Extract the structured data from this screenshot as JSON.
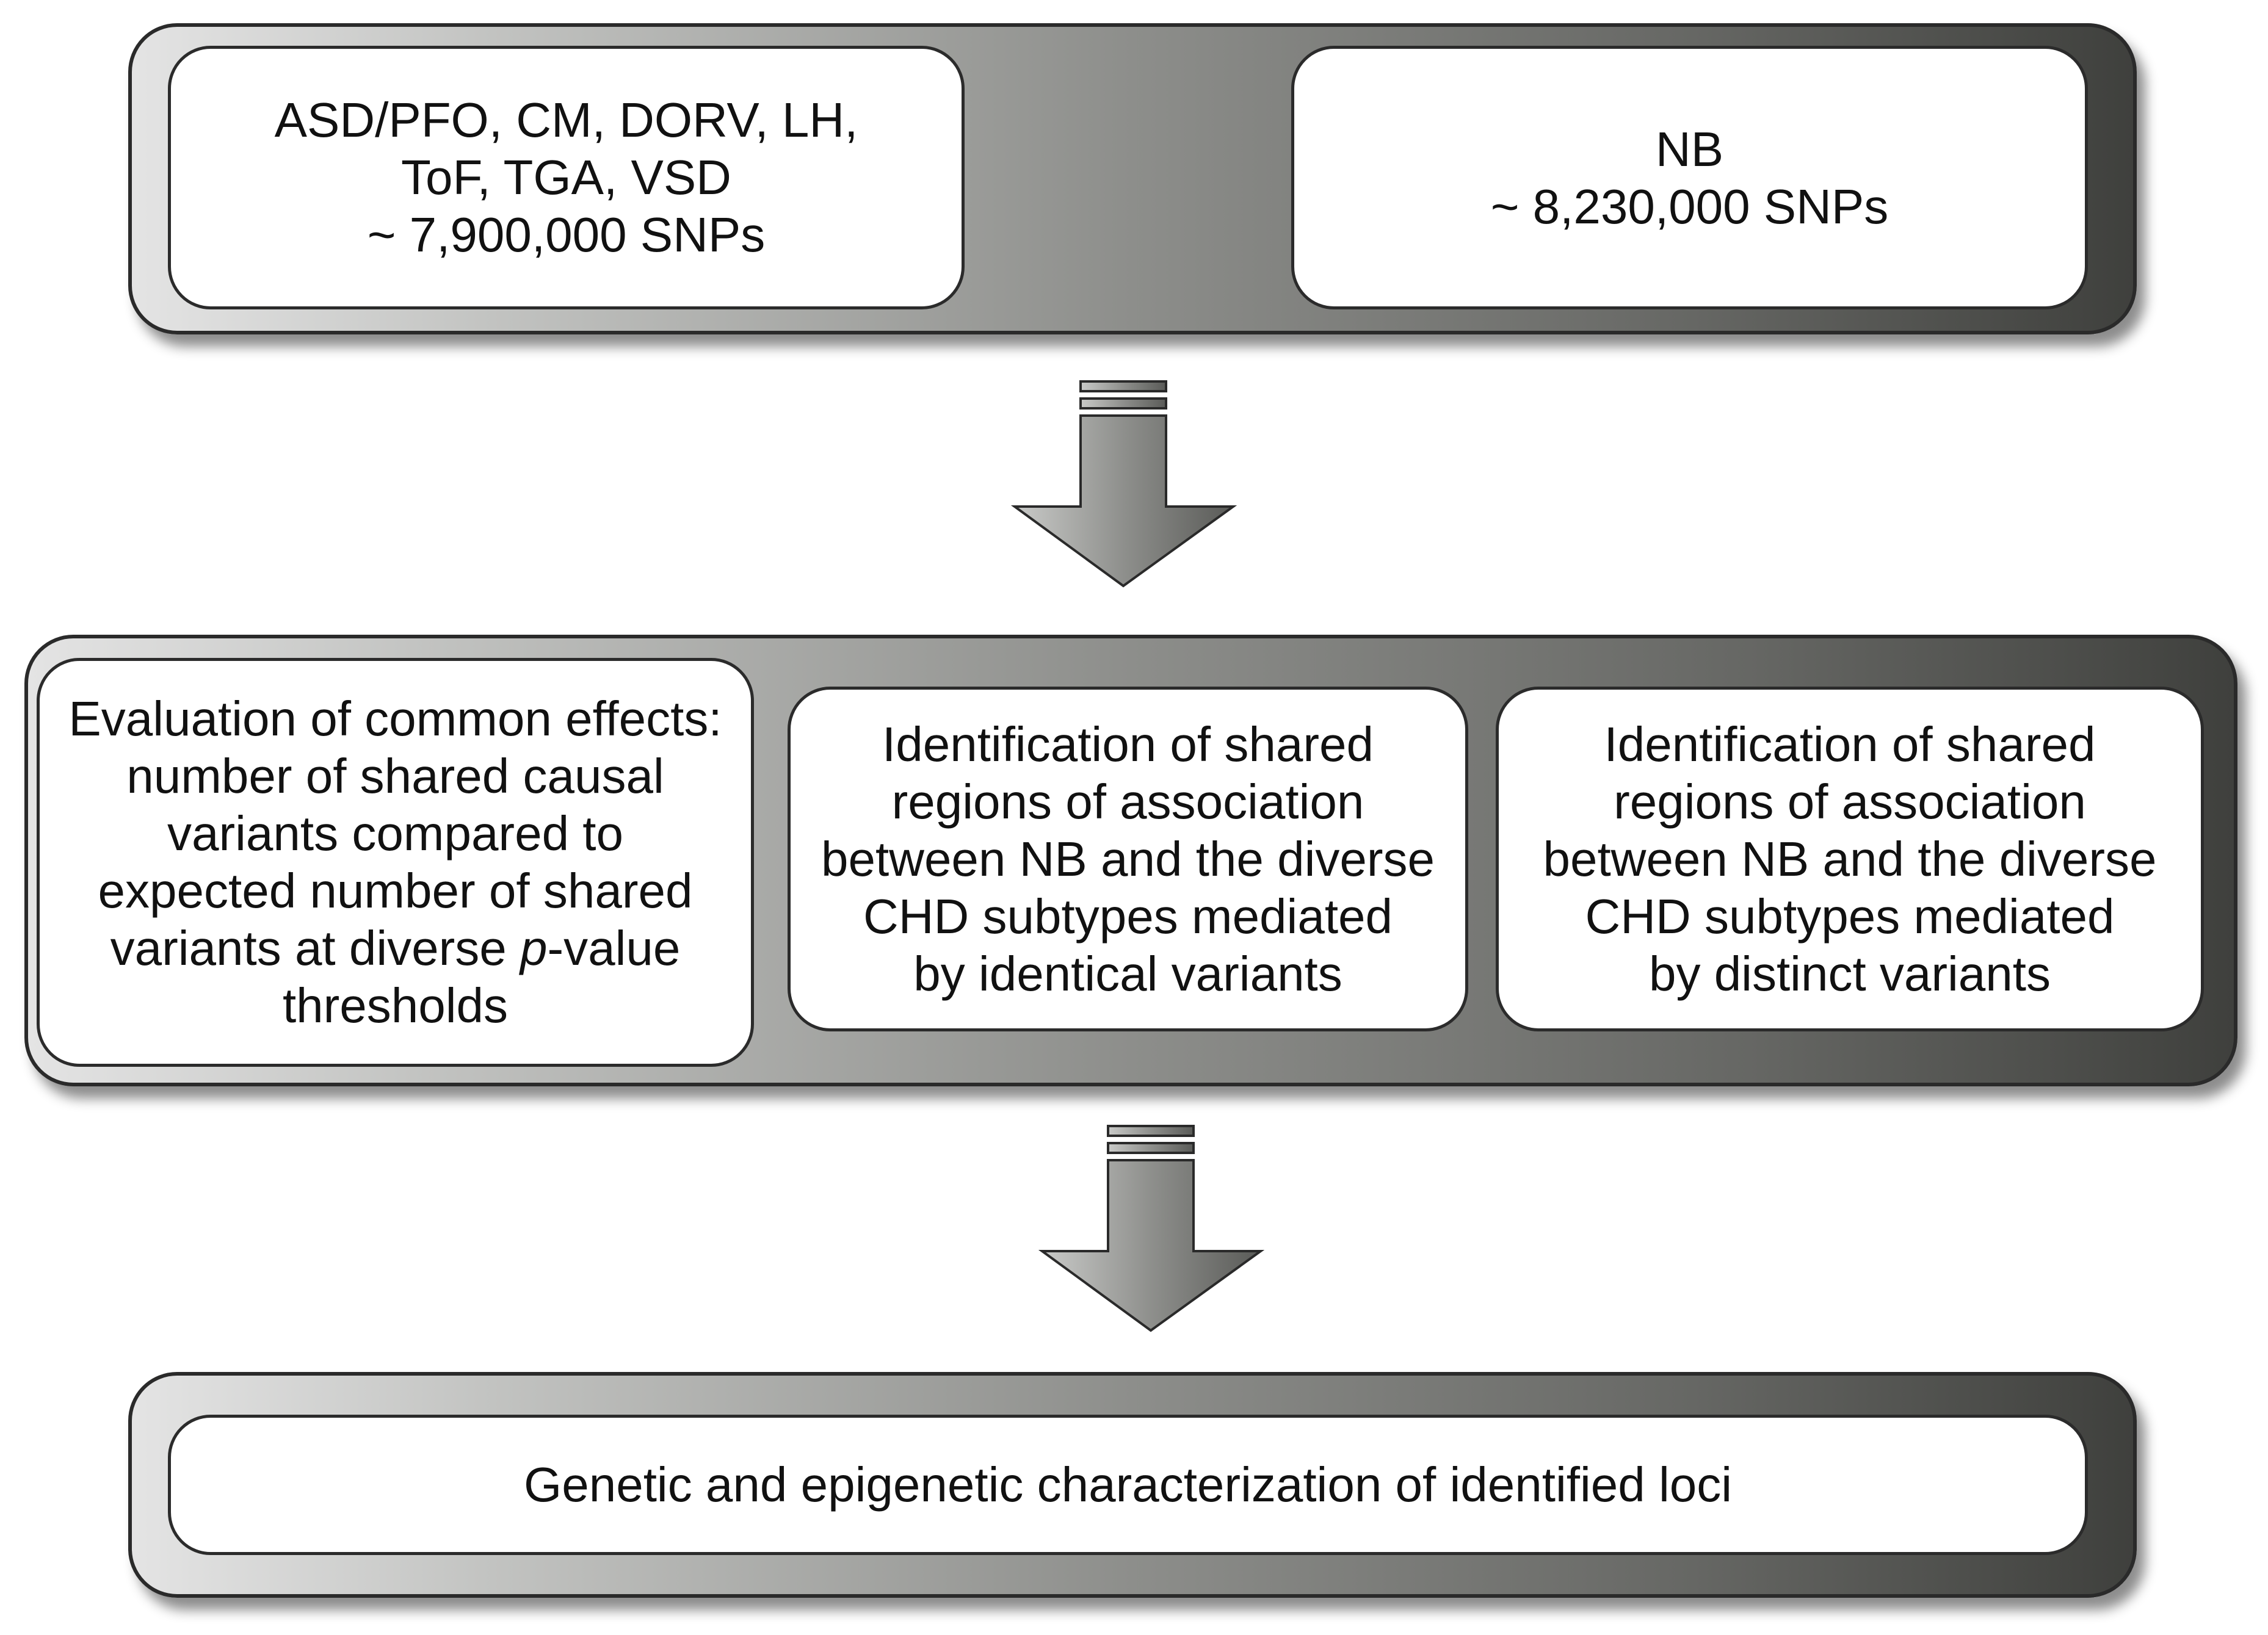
{
  "stage1": {
    "left_box": {
      "lines": [
        "ASD/PFO, CM, DORV, LH,",
        "ToF, TGA, VSD",
        "~ 7,900,000 SNPs"
      ]
    },
    "right_box": {
      "lines": [
        "NB",
        "~ 8,230,000 SNPs"
      ]
    }
  },
  "stage2": {
    "box1": {
      "line1": "Evaluation of common effects:",
      "line2": "number of shared causal",
      "line3": "variants compared to",
      "line4": "expected number of shared",
      "line5_pre": "variants at diverse ",
      "line5_italic": "p",
      "line5_post": "-value",
      "line6": "thresholds"
    },
    "box2": {
      "lines": [
        "Identification of shared",
        "regions of association",
        "between NB and the diverse",
        "CHD subtypes mediated",
        "by identical variants"
      ]
    },
    "box3": {
      "lines": [
        "Identification of shared",
        "regions of association",
        "between NB and the diverse",
        "CHD subtypes mediated",
        "by distinct variants"
      ]
    }
  },
  "stage3": {
    "box": {
      "text": "Genetic and epigenetic characterization of identified loci"
    }
  },
  "colors": {
    "panel_light": "#e4e4e4",
    "panel_dark": "#3f403d",
    "box_fill": "#ffffff",
    "outline": "#2a2a2a"
  }
}
